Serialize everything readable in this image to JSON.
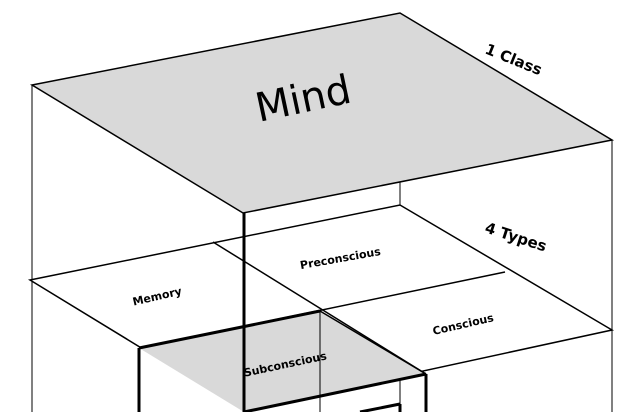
{
  "top_plane": {
    "label": "Mind"
  },
  "levels": [
    {
      "label": "1 Class"
    },
    {
      "label": "4 Types"
    },
    {
      "label": ""
    }
  ],
  "types": [
    {
      "label": "Memory"
    },
    {
      "label": "Preconscious"
    },
    {
      "label": "Conscious"
    },
    {
      "label": "Subconscious"
    }
  ],
  "colors": {
    "plane_fill": "#d9d9d9",
    "line": "#000000",
    "background": "#ffffff"
  }
}
